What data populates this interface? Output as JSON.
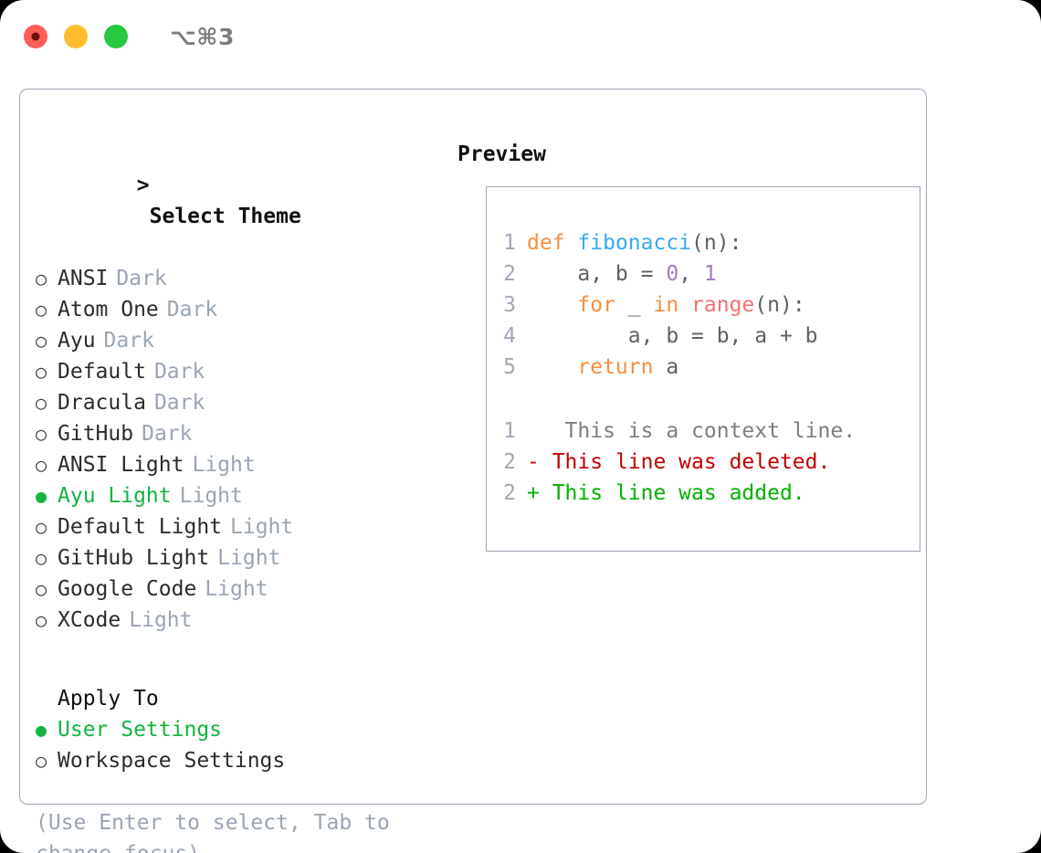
{
  "window": {
    "title": "⌥⌘3",
    "traffic_lights": [
      {
        "name": "close-button",
        "color": "#ff5f57"
      },
      {
        "name": "minimize-button",
        "color": "#ffbd2e"
      },
      {
        "name": "maximize-button",
        "color": "#28c840"
      }
    ]
  },
  "accent": {
    "selected_green": "#14b33e",
    "muted_gray": "#9aa5b4",
    "border": "#9ca6b5"
  },
  "theme_picker": {
    "heading": "> Select Theme",
    "caret": ">",
    "heading_text": "Select Theme",
    "bullet_unselected": "○",
    "bullet_selected": "●",
    "items": [
      {
        "label": "ANSI",
        "tag": "Dark",
        "selected": false
      },
      {
        "label": "Atom One",
        "tag": "Dark",
        "selected": false
      },
      {
        "label": "Ayu",
        "tag": "Dark",
        "selected": false
      },
      {
        "label": "Default",
        "tag": "Dark",
        "selected": false
      },
      {
        "label": "Dracula",
        "tag": "Dark",
        "selected": false
      },
      {
        "label": "GitHub",
        "tag": "Dark",
        "selected": false
      },
      {
        "label": "ANSI Light",
        "tag": "Light",
        "selected": false
      },
      {
        "label": "Ayu Light",
        "tag": "Light",
        "selected": true
      },
      {
        "label": "Default Light",
        "tag": "Light",
        "selected": false
      },
      {
        "label": "GitHub Light",
        "tag": "Light",
        "selected": false
      },
      {
        "label": "Google Code",
        "tag": "Light",
        "selected": false
      },
      {
        "label": "XCode",
        "tag": "Light",
        "selected": false
      }
    ]
  },
  "apply_to": {
    "heading": "Apply To",
    "items": [
      {
        "label": "User Settings",
        "selected": true
      },
      {
        "label": "Workspace Settings",
        "selected": false
      }
    ]
  },
  "hint": "(Use Enter to select, Tab to change focus)",
  "preview": {
    "heading": "Preview",
    "code_lines": [
      {
        "num": "1",
        "tokens": [
          {
            "t": "def",
            "c": "kw"
          },
          {
            "t": " ",
            "c": "pl"
          },
          {
            "t": "fibonacci",
            "c": "fn"
          },
          {
            "t": "(n):",
            "c": "pl"
          }
        ]
      },
      {
        "num": "2",
        "tokens": [
          {
            "t": "    a, b = ",
            "c": "pl"
          },
          {
            "t": "0",
            "c": "num"
          },
          {
            "t": ", ",
            "c": "pl"
          },
          {
            "t": "1",
            "c": "num"
          }
        ]
      },
      {
        "num": "3",
        "tokens": [
          {
            "t": "    ",
            "c": "pl"
          },
          {
            "t": "for",
            "c": "kw"
          },
          {
            "t": " _ ",
            "c": "pl"
          },
          {
            "t": "in",
            "c": "kw"
          },
          {
            "t": " ",
            "c": "pl"
          },
          {
            "t": "range",
            "c": "bi"
          },
          {
            "t": "(n):",
            "c": "pl"
          }
        ]
      },
      {
        "num": "4",
        "tokens": [
          {
            "t": "        a, b = b, a + b",
            "c": "pl"
          }
        ]
      },
      {
        "num": "5",
        "tokens": [
          {
            "t": "    ",
            "c": "pl"
          },
          {
            "t": "return",
            "c": "kw"
          },
          {
            "t": " a",
            "c": "pl"
          }
        ]
      }
    ],
    "diff_lines": [
      {
        "num": "1",
        "marker": " ",
        "text": "  This is a context line.",
        "kind": "d-ctx"
      },
      {
        "num": "2",
        "marker": "-",
        "text": " This line was deleted.",
        "kind": "d-del"
      },
      {
        "num": "2",
        "marker": "+",
        "text": " This line was added.",
        "kind": "d-add"
      }
    ]
  }
}
